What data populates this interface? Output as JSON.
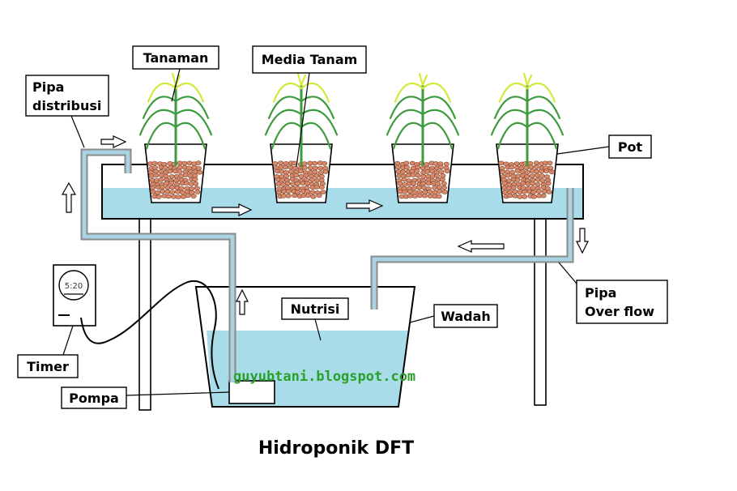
{
  "labels": {
    "tanaman": "Tanaman",
    "media_tanam": "Media Tanam",
    "pipa_distribusi_1": "Pipa",
    "pipa_distribusi_2": "distribusi",
    "pot": "Pot",
    "pipa_overflow_1": "Pipa",
    "pipa_overflow_2": "Over flow",
    "nutrisi": "Nutrisi",
    "wadah": "Wadah",
    "timer": "Timer",
    "pompa": "Pompa"
  },
  "timer_display": "5:20",
  "watermark": "guyubtani.blogspot.com",
  "title": "Hidroponik DFT",
  "colors": {
    "water": "#a8dce8",
    "pipe_fill": "#a9d3e0",
    "pipe_outline": "#8a8a8a",
    "leaf_light": "#d4e83a",
    "leaf_dark": "#3d9a3d",
    "media": "#d98a6a",
    "watermark": "#2aa02a",
    "outline": "#000000"
  }
}
